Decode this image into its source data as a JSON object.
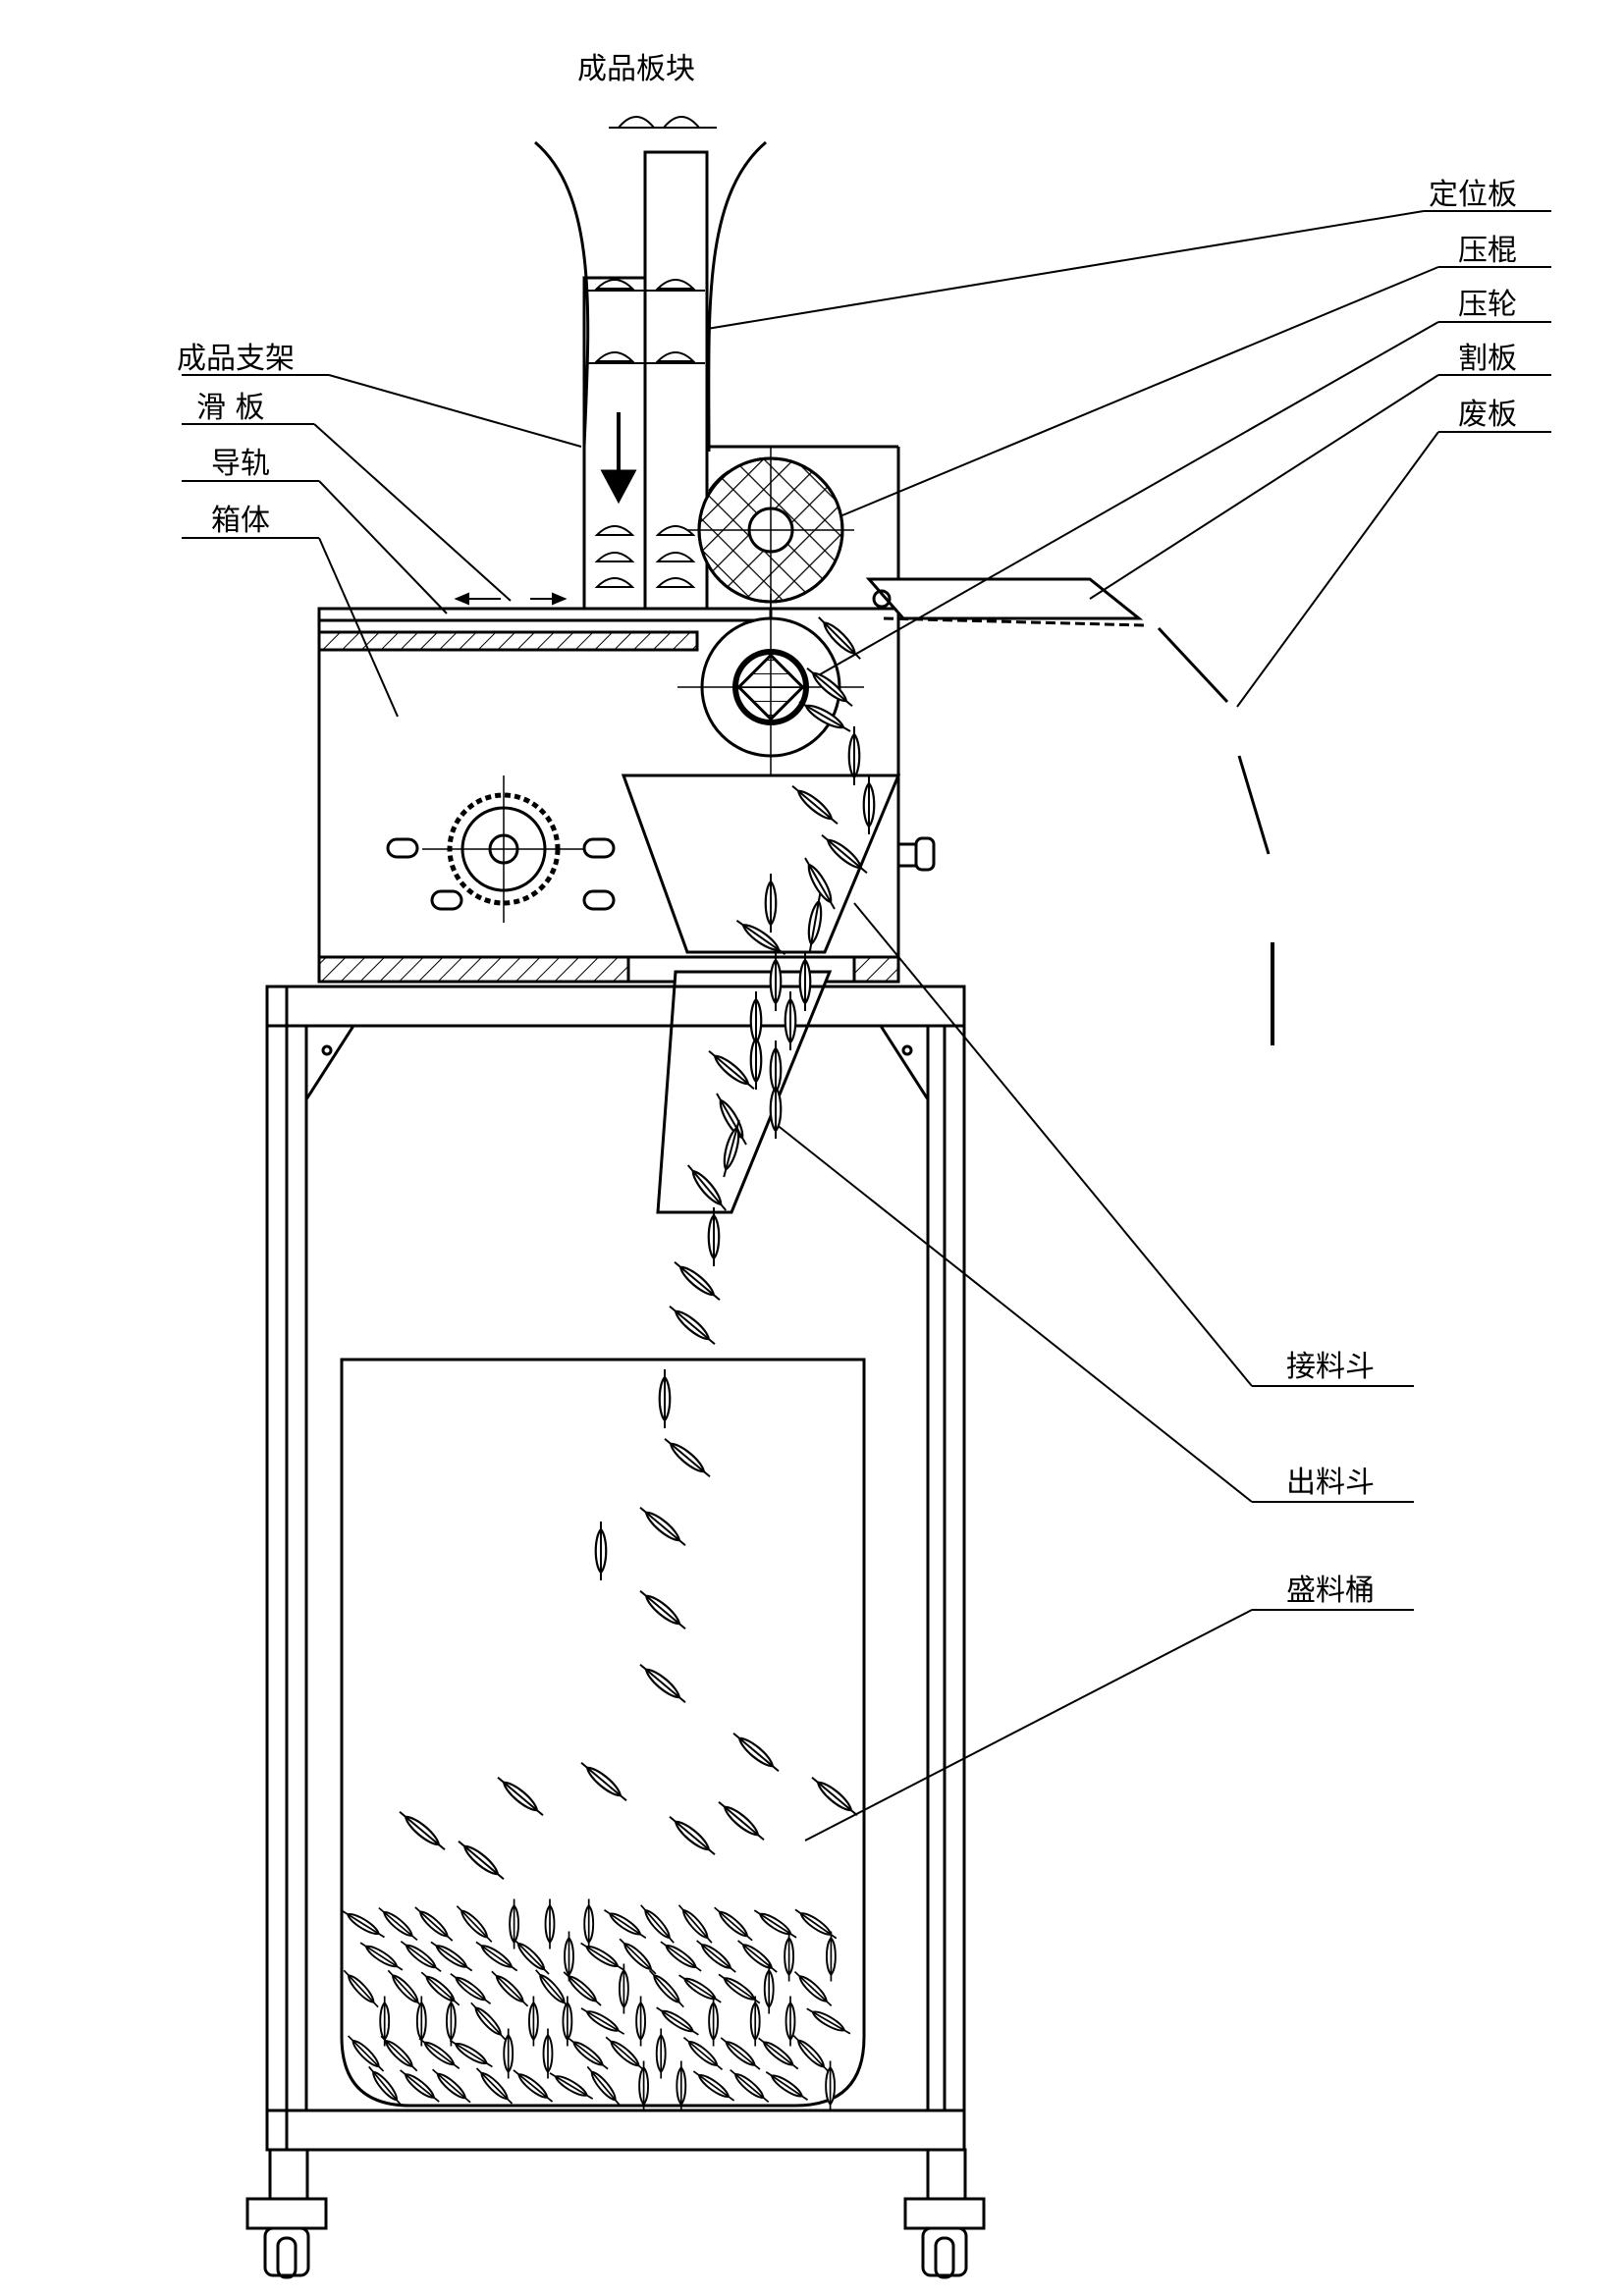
{
  "labels": {
    "top": "成品板块",
    "positioning_plate": "定位板",
    "press_roller": "压棍",
    "press_wheel": "压轮",
    "cutting_plate": "割板",
    "waste_plate": "废板",
    "product_rack": "成品支架",
    "slide_plate": "滑 板",
    "guide_rail": "导轨",
    "housing": "箱体",
    "receiving_hopper": "接料斗",
    "discharge_hopper": "出料斗",
    "container_bucket": "盛料桶"
  },
  "colors": {
    "line": "#000000",
    "background": "#ffffff"
  }
}
